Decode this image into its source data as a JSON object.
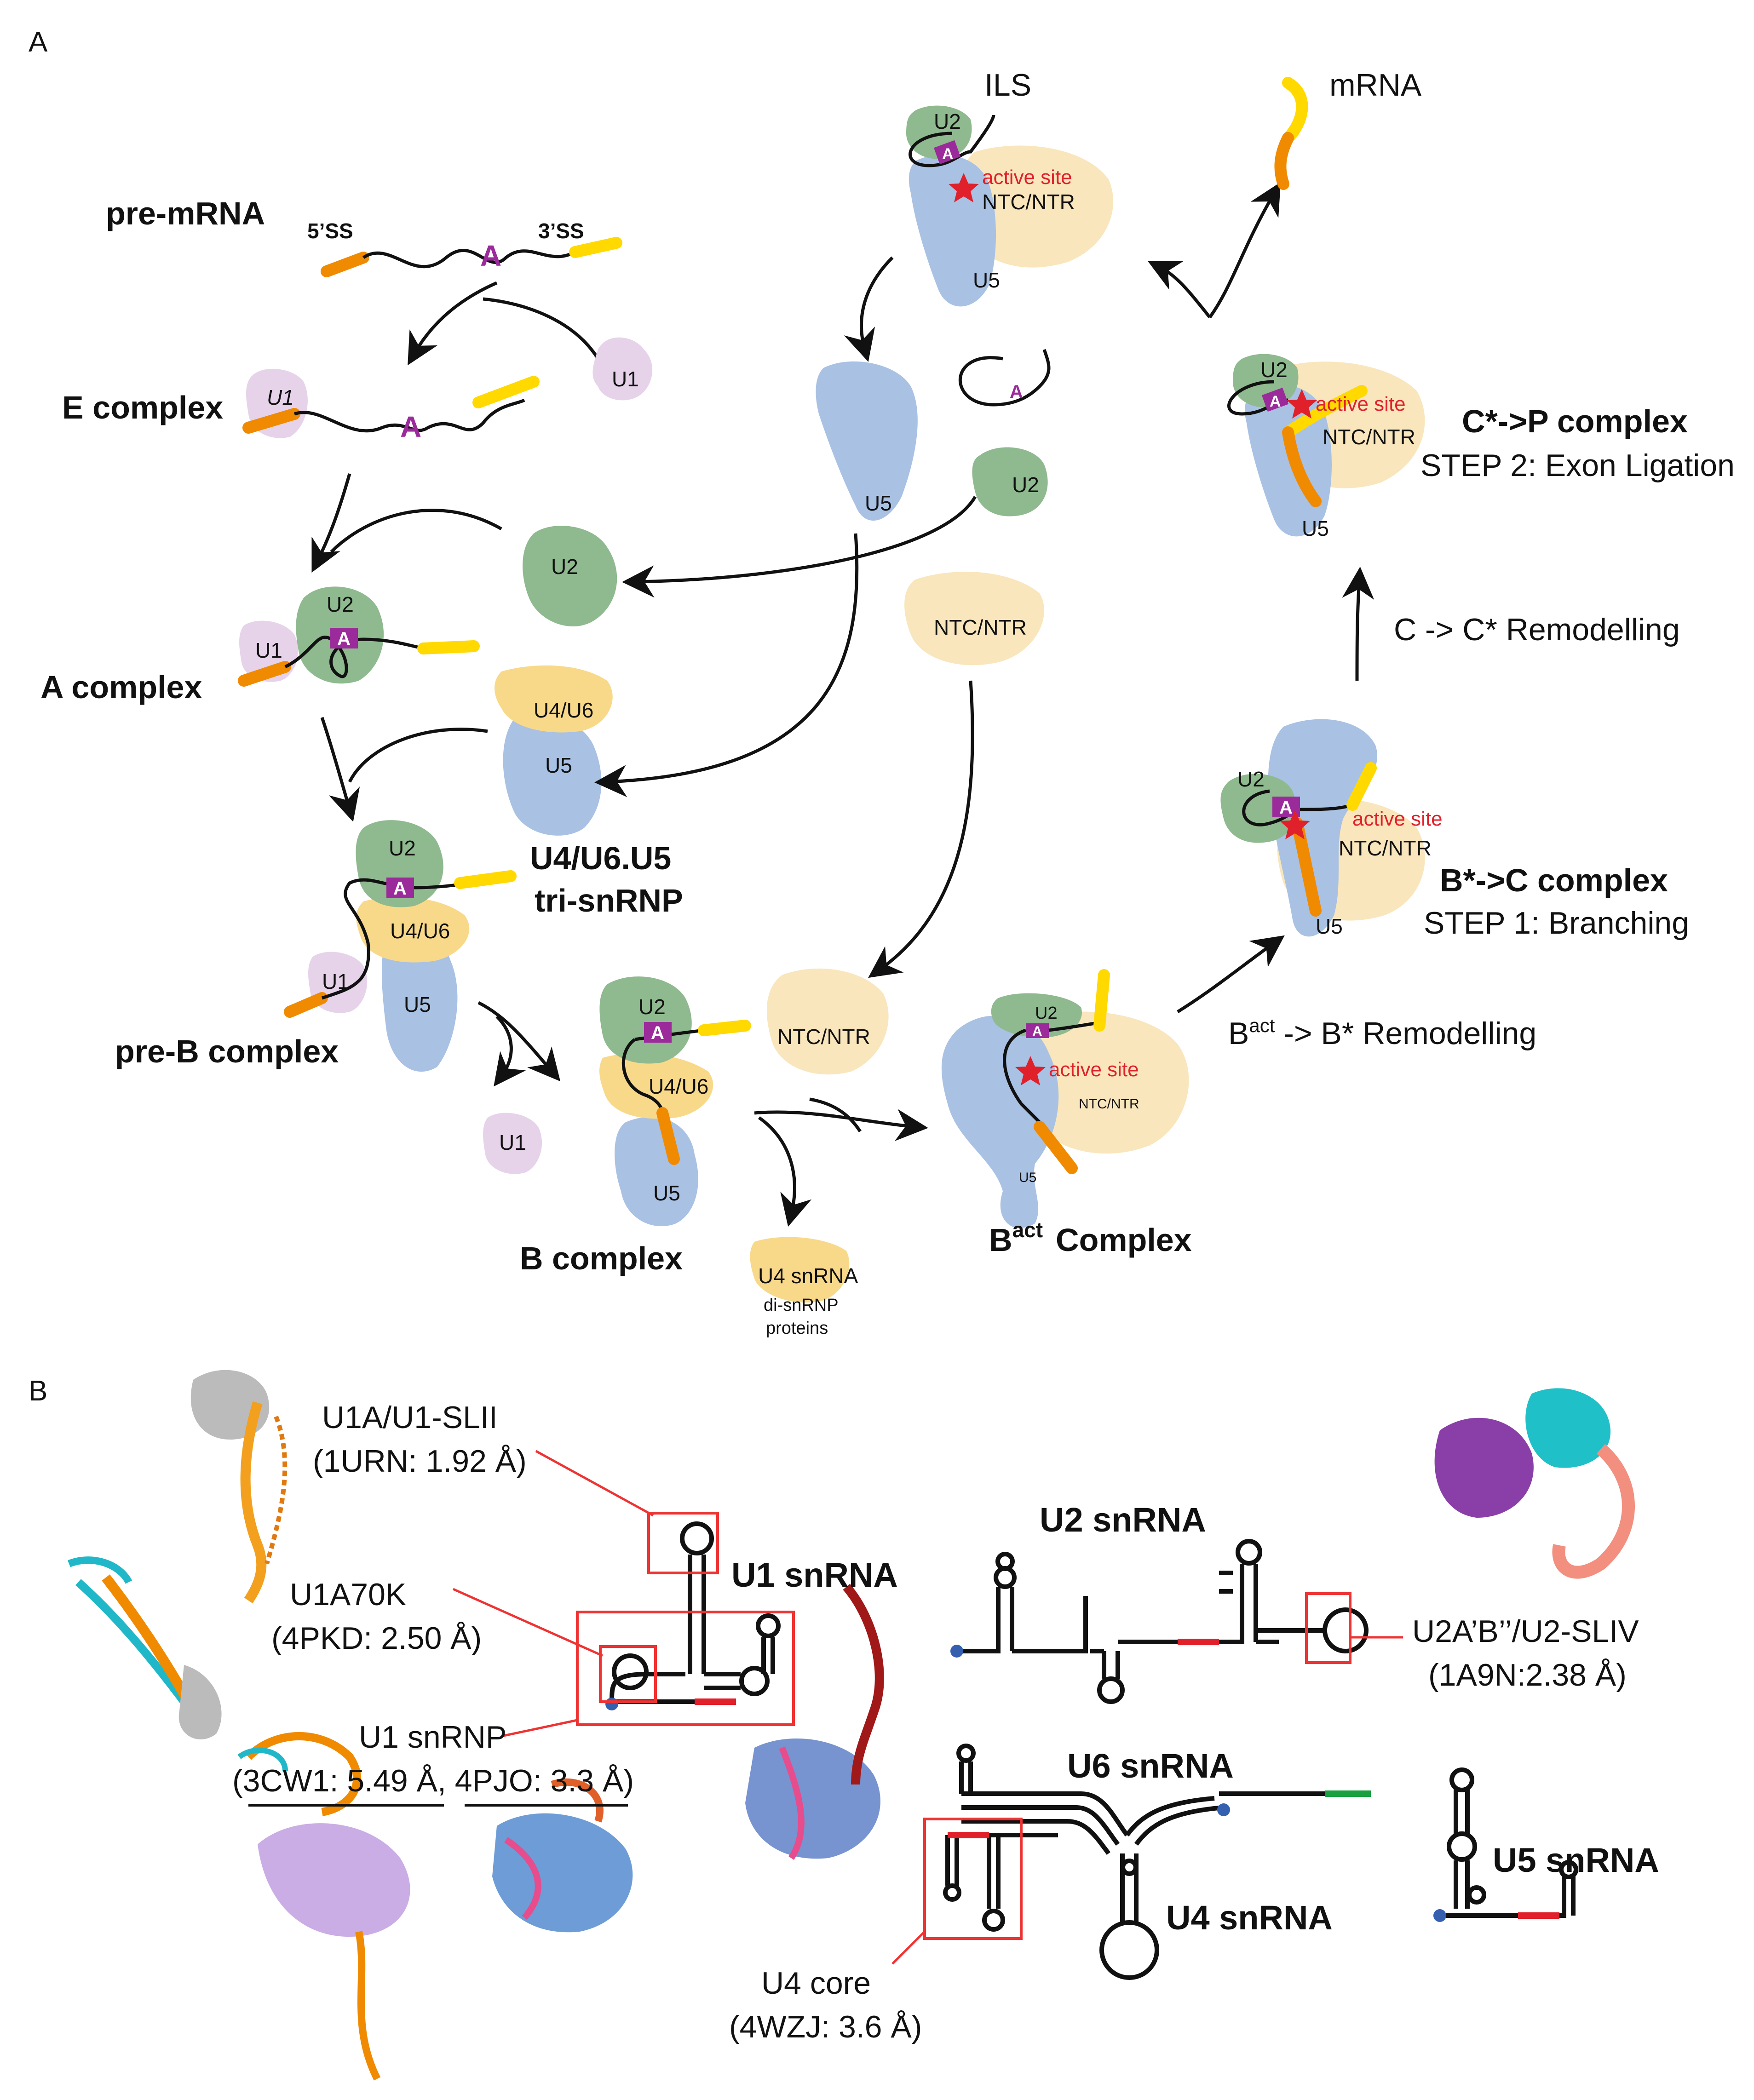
{
  "panels": {
    "a": "A",
    "b": "B"
  },
  "panelA": {
    "pre_mrna": "pre-mRNA",
    "ss5": "5’SS",
    "ss3": "3’SS",
    "branch": "A",
    "e_complex": "E complex",
    "a_complex": "A complex",
    "preb_complex": "pre-B complex",
    "b_complex": "B complex",
    "bact_complex_main": "B",
    "bact_complex_sup": "act",
    "bact_complex_tail": "Complex",
    "tri_snrnp_1": "U4/U6.U5",
    "tri_snrnp_2": "tri-snRNP",
    "u4_release_1": "U4 snRNA",
    "u4_release_2": "di-snRNP",
    "u4_release_3": "proteins",
    "ils": "ILS",
    "mrna": "mRNA",
    "cstar_p": "C*->P complex",
    "step2": "STEP 2: Exon Ligation",
    "c_remodel": "C -> C* Remodelling",
    "bstar_c": "B*->C complex",
    "step1": "STEP 1: Branching",
    "bact_remodel_main": "B",
    "bact_remodel_sup": "act",
    "bact_remodel_tail": " -> B* Remodelling",
    "active_site": "active site",
    "ntc": "NTC/NTR",
    "u1": "U1",
    "u2": "U2",
    "u5": "U5",
    "u46": "U4/U6"
  },
  "panelB": {
    "u1_snrna": "U1 snRNA",
    "u2_snrna": "U2 snRNA",
    "u6_snrna": "U6 snRNA",
    "u4_snrna": "U4 snRNA",
    "u5_snrna": "U5 snRNA",
    "u1a_1": "U1A/U1-SLII",
    "u1a_2": "(1URN: 1.92 Å)",
    "u1a70k_1": "U1A70K",
    "u1a70k_2": "(4PKD: 2.50 Å)",
    "u1snrnp_1": "U1 snRNP",
    "u1snrnp_2": "(3CW1: 5.49 Å, 4PJO: 3.3 Å)",
    "u2ab_1": "U2A’B’’/U2-SLIV",
    "u2ab_2": "(1A9N:2.38 Å)",
    "u4core_1": "U4 core",
    "u4core_2": "(4WZJ: 3.6 Å)"
  },
  "colors": {
    "u1": "#e6d3ea",
    "u2": "#8fb98f",
    "u5": "#a9c1e3",
    "u4u6": "#f8d98a",
    "ntc": "#f9e6bc",
    "exon5": "#f08a00",
    "exon3": "#ffd900",
    "branch_point": "#9b2a9b",
    "active_site": "#e0202a",
    "highlight": "#e33"
  }
}
